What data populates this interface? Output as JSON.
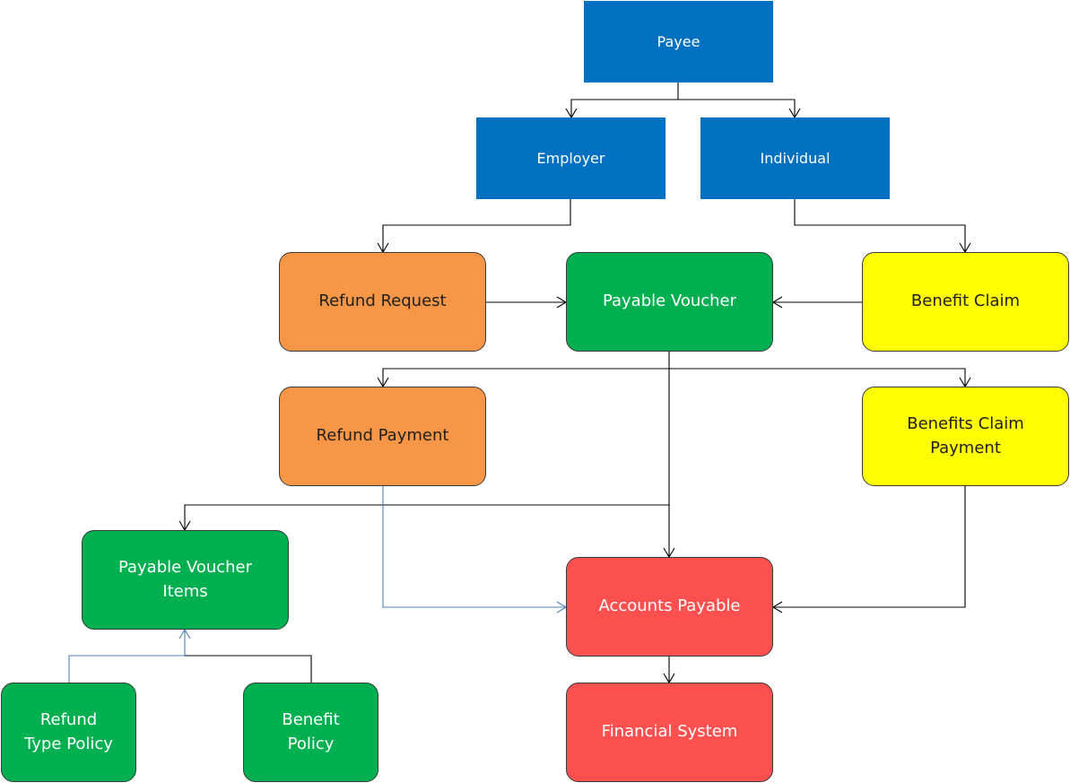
{
  "colors": {
    "blue": "#0070c0",
    "orange": "#f79646",
    "green": "#00b050",
    "yellow": "#ffff00",
    "red": "#ff5050",
    "connector": "#000000",
    "connector_alt": "#4f81bd",
    "dark_text": "#1f1f1f",
    "light_text": "#ffffff"
  },
  "nodes": {
    "payee": {
      "label": "Payee",
      "color": "#0070c0",
      "text_color": "#ffffff"
    },
    "employer": {
      "label": "Employer",
      "color": "#0070c0",
      "text_color": "#ffffff"
    },
    "individual": {
      "label": "Individual",
      "color": "#0070c0",
      "text_color": "#ffffff"
    },
    "refund_request": {
      "label": "Refund Request",
      "color": "#f79646",
      "text_color": "#1f1f1f"
    },
    "payable_voucher": {
      "label": "Payable Voucher",
      "color": "#00b050",
      "text_color": "#ffffff"
    },
    "benefit_claim": {
      "label": "Benefit Claim",
      "color": "#ffff00",
      "text_color": "#1f1f1f"
    },
    "refund_payment": {
      "label": "Refund Payment",
      "color": "#f79646",
      "text_color": "#1f1f1f"
    },
    "benefits_claim_payment": {
      "line1": "Benefits Claim",
      "line2": "Payment",
      "color": "#ffff00",
      "text_color": "#1f1f1f"
    },
    "payable_voucher_items": {
      "line1": "Payable Voucher",
      "line2": "Items",
      "color": "#00b050",
      "text_color": "#ffffff"
    },
    "accounts_payable": {
      "label": "Accounts Payable",
      "color": "#ff5050",
      "text_color": "#ffffff"
    },
    "refund_type_policy": {
      "line1": "Refund",
      "line2": "Type Policy",
      "color": "#00b050",
      "text_color": "#ffffff"
    },
    "benefit_policy": {
      "line1": "Benefit",
      "line2": "Policy",
      "color": "#00b050",
      "text_color": "#ffffff"
    },
    "financial_system": {
      "label": "Financial System",
      "color": "#ff5050",
      "text_color": "#ffffff"
    }
  },
  "connectors": [
    {
      "name": "payee-to-employer",
      "from": "payee",
      "to": "employer",
      "style": "connector"
    },
    {
      "name": "payee-to-individual",
      "from": "payee",
      "to": "individual",
      "style": "connector"
    },
    {
      "name": "employer-to-refund-request",
      "from": "employer",
      "to": "refund_request",
      "style": "connector"
    },
    {
      "name": "individual-to-benefit-claim",
      "from": "individual",
      "to": "benefit_claim",
      "style": "connector"
    },
    {
      "name": "refund-request-to-payable-voucher",
      "from": "refund_request",
      "to": "payable_voucher",
      "style": "connector"
    },
    {
      "name": "benefit-claim-to-payable-voucher",
      "from": "benefit_claim",
      "to": "payable_voucher",
      "style": "connector"
    },
    {
      "name": "payable-voucher-to-refund-payment",
      "from": "payable_voucher",
      "to": "refund_payment",
      "style": "connector"
    },
    {
      "name": "payable-voucher-to-benefits-claim-payment",
      "from": "payable_voucher",
      "to": "benefits_claim_payment",
      "style": "connector"
    },
    {
      "name": "payable-voucher-to-accounts-payable",
      "from": "payable_voucher",
      "to": "accounts_payable",
      "style": "connector"
    },
    {
      "name": "payable-voucher-to-payable-voucher-items",
      "from": "payable_voucher",
      "to": "payable_voucher_items",
      "style": "connector"
    },
    {
      "name": "refund-payment-to-accounts-payable",
      "from": "refund_payment",
      "to": "accounts_payable",
      "style": "connector_alt"
    },
    {
      "name": "benefits-claim-payment-to-accounts-payable",
      "from": "benefits_claim_payment",
      "to": "accounts_payable",
      "style": "connector"
    },
    {
      "name": "accounts-payable-to-financial-system",
      "from": "accounts_payable",
      "to": "financial_system",
      "style": "connector"
    },
    {
      "name": "refund-type-policy-to-payable-voucher-items",
      "from": "refund_type_policy",
      "to": "payable_voucher_items",
      "style": "connector_alt"
    },
    {
      "name": "benefit-policy-to-payable-voucher-items",
      "from": "benefit_policy",
      "to": "payable_voucher_items",
      "style": "connector"
    }
  ]
}
